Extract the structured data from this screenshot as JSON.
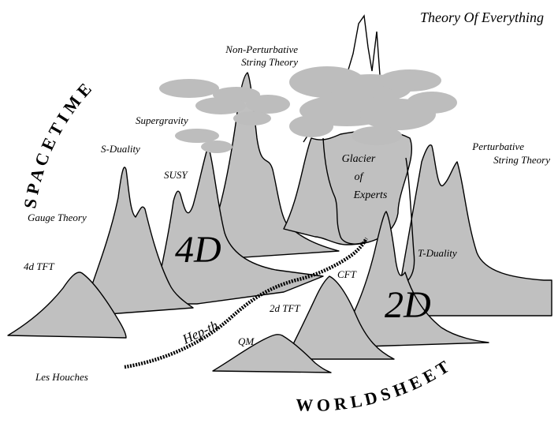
{
  "title": "Theory Of Everything",
  "arc_words": {
    "spacetime": "S P A C E T I M E",
    "worldsheet": "W O R L D S H E E T"
  },
  "regions": {
    "four_d": "4D",
    "two_d": "2D"
  },
  "labels": {
    "non_perturbative_1": "Non-Perturbative",
    "non_perturbative_2": "String Theory",
    "supergravity": "Supergravity",
    "s_duality": "S-Duality",
    "susy": "SUSY",
    "gauge_theory": "Gauge Theory",
    "four_d_tft": "4d TFT",
    "glacier_1": "Glacier",
    "glacier_2": "of",
    "glacier_3": "Experts",
    "perturbative_1": "Perturbative",
    "perturbative_2": "String Theory",
    "t_duality": "T-Duality",
    "cft": "CFT",
    "two_d_tft": "2d TFT",
    "qm": "QM",
    "hep_th": "Hep-th",
    "les_houches": "Les Houches"
  },
  "colors": {
    "peak_fill": "#c0c0c0",
    "cloud_fill": "#bdbdbd",
    "ink": "#000000"
  }
}
